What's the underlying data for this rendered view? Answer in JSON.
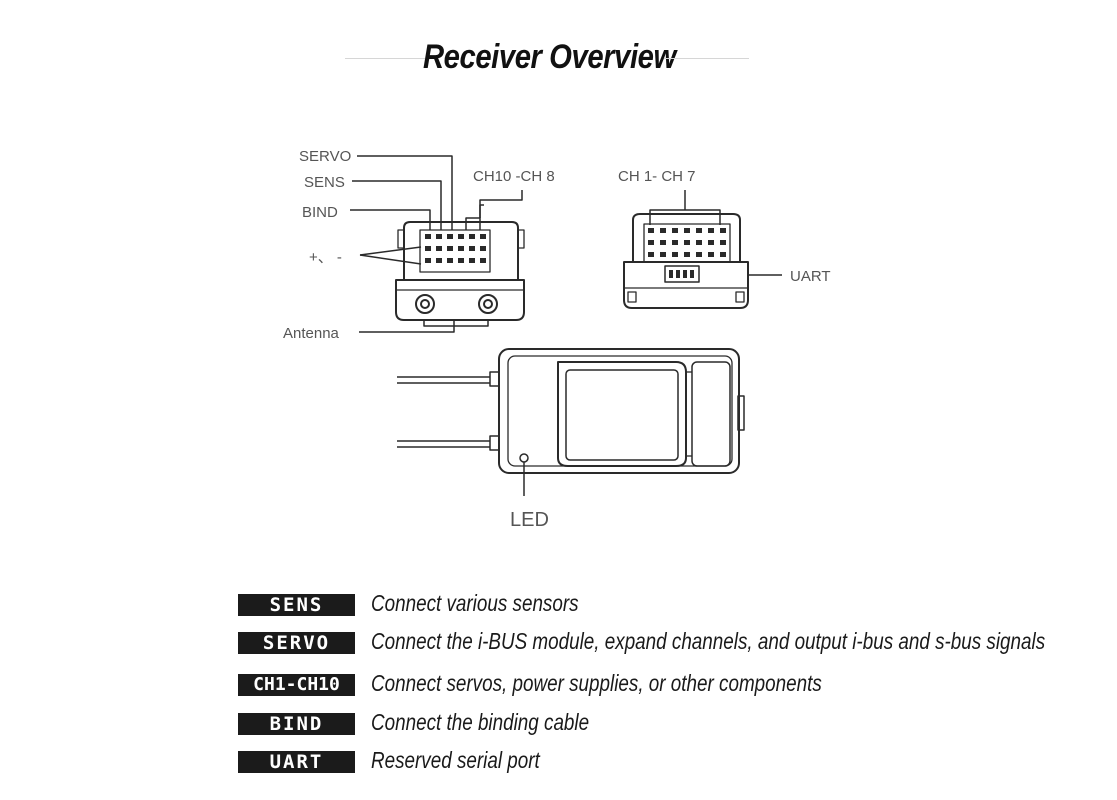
{
  "title": "Receiver Overview",
  "labels": {
    "servo": "SERVO",
    "sens": "SENS",
    "bind": "BIND",
    "polarity": "+、 -",
    "antenna": "Antenna",
    "ch10_ch8": "CH10 -CH 8",
    "ch1_ch7": "CH 1- CH 7",
    "uart": "UART",
    "led": "LED"
  },
  "legend": [
    {
      "badge": "SENS",
      "text": "Connect various sensors"
    },
    {
      "badge": "SERVO",
      "text": "Connect the i-BUS module, expand channels, and output i-bus and s-bus signals"
    },
    {
      "badge": "CH1-CH10",
      "text": "Connect servos, power supplies, or other components"
    },
    {
      "badge": "BIND",
      "text": "Connect the binding cable"
    },
    {
      "badge": "UART",
      "text": "Reserved serial port"
    }
  ],
  "colors": {
    "line": "#2a2a2a",
    "label": "#555555",
    "badge_bg": "#1b1b1b",
    "badge_text": "#ffffff"
  }
}
